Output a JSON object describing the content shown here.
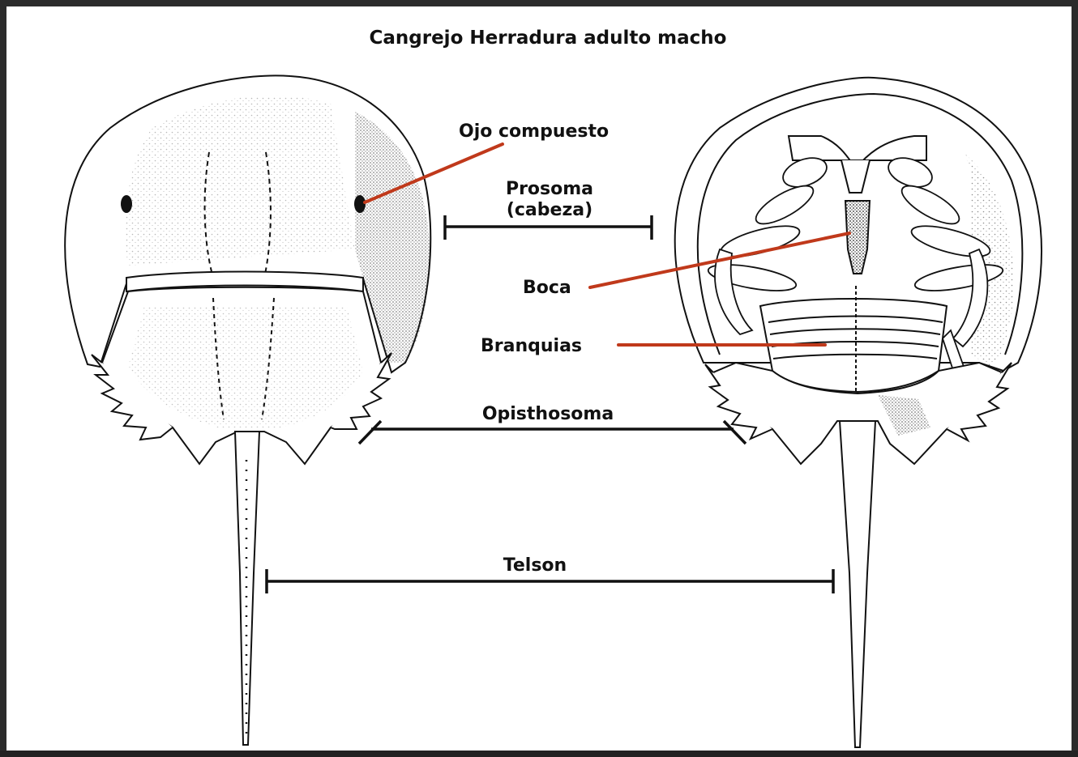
{
  "title": "Cangrejo Herradura adulto macho",
  "labels": {
    "compound_eye": "Ojo compuesto",
    "prosoma_line1": "Prosoma",
    "prosoma_line2": "(cabeza)",
    "mouth": "Boca",
    "gills": "Branquias",
    "opisthosoma": "Opisthosoma",
    "telson": "Telson"
  },
  "colors": {
    "leader_line": "#c0391b",
    "ink": "#111111",
    "background": "#ffffff",
    "frame": "#2b2b2b"
  }
}
